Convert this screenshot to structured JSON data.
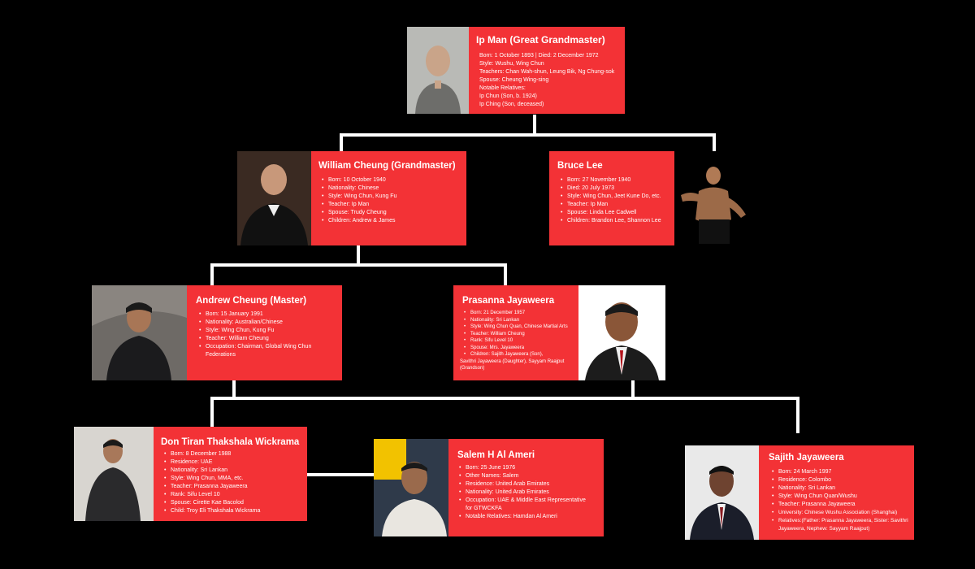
{
  "ipman": {
    "name": "Ip Man (Great Grandmaster)",
    "details": [
      "Born: 1 October 1893 | Died: 2 December 1972",
      "Style: Wushu, Wing Chun",
      "Teachers: Chan Wah-shun, Leung Bik, Ng Chung-sok",
      "Spouse: Cheung Wing-sing",
      "Notable Relatives:",
      "Ip Chun (Son, b. 1924)",
      "Ip Ching (Son, deceased)"
    ]
  },
  "william": {
    "name": "William Cheung (Grandmaster)",
    "details": [
      "Born: 10 October 1940",
      "Nationality: Chinese",
      "Style: Wing Chun, Kung Fu",
      "Teacher: Ip Man",
      "Spouse: Trudy Cheung",
      "Children: Andrew & James"
    ]
  },
  "bruce": {
    "name": "Bruce Lee",
    "details": [
      "Born: 27 November 1940",
      "Died: 20 July 1973",
      "Style: Wing Chun, Jeet Kune Do, etc.",
      "Teacher: Ip Man",
      "Spouse: Linda Lee Cadwell",
      "Children: Brandon Lee, Shannon Lee"
    ]
  },
  "andrew": {
    "name": "Andrew Cheung (Master)",
    "details": [
      "Born: 15 January 1991",
      "Nationality: Australian/Chinese",
      "Style: Wing Chun, Kung Fu",
      "Teacher: William Cheung",
      "Occupation: Chairman, Global Wing Chun Federations"
    ]
  },
  "prasanna": {
    "name": "Prasanna Jayaweera",
    "details": [
      "Born: 21 December 1957",
      "Nationality: Sri Lankan",
      "Style: Wing Chun Quan, Chinese Martial Arts",
      "Teacher: William Cheung",
      "Rank: Sifu Level 10",
      "Spouse: Mrs. Jayaweera",
      "Children: Sajith Jayaweera (Son),"
    ],
    "details_tail": "Savithri Jayaweera (Daughter), Sayyam Raajput (Grandson)"
  },
  "don": {
    "name": "Don Tiran Thakshala Wickrama",
    "details": [
      "Born: 8 December 1988",
      "Residence: UAE",
      "Nationality: Sri Lankan",
      "Style: Wing Chun, MMA, etc.",
      "Teacher: Prasanna Jayaweera",
      "Rank: Sifu Level 10",
      "Spouse: Cirette Kae Bacolod",
      "Child: Troy Eli Thakshala Wickrama"
    ]
  },
  "salem": {
    "name": "Salem H Al Ameri",
    "details": [
      "Born: 25 June 1976",
      "Other Names: Salem",
      "Residence: United Arab Emirates",
      "Nationality: United Arab Emirates",
      "Occupation: UAE & Middle East Representative for GTWCKFA",
      "Notable Relatives: Hamdan Al Ameri"
    ]
  },
  "sajith": {
    "name": "Sajith Jayaweera",
    "details": [
      "Born: 24 March 1997",
      "Residence: Colombo",
      "Nationality: Sri Lankan",
      "Style: Wing Chun Quan/Wushu",
      "Teacher: Prasanna Jayaweera",
      "University: Chinese Wushu Association (Shanghai)",
      "Relatives:(Father: Prasanna Jayaweera, Sister: Savithri Jayaweera, Nephew: Sayyam Raajput)"
    ]
  },
  "colors": {
    "card": "#f33236",
    "line": "#ffffff",
    "background": "#000000"
  }
}
